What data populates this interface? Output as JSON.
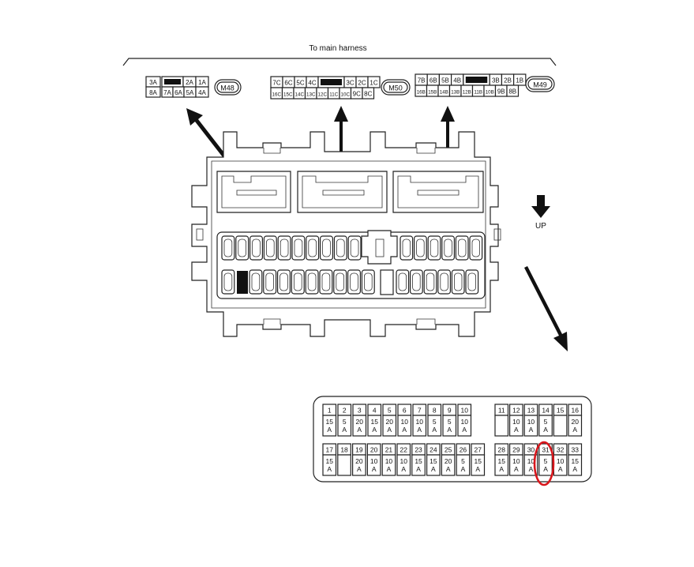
{
  "harness_label": "To main harness",
  "up_label": "UP",
  "connectors": [
    {
      "name": "M48",
      "row1": [
        "3A",
        "",
        "2A",
        "1A"
      ],
      "row2": [
        "8A",
        "7A",
        "6A",
        "5A",
        "4A"
      ]
    },
    {
      "name": "M50",
      "row1": [
        "7C",
        "6C",
        "5C",
        "4C",
        "",
        "3C",
        "2C",
        "1C"
      ],
      "row2": [
        "16C",
        "15C",
        "14C",
        "13C",
        "12C",
        "11C",
        "10C",
        "9C",
        "8C"
      ]
    },
    {
      "name": "M49",
      "row1": [
        "7B",
        "6B",
        "5B",
        "4B",
        "",
        "3B",
        "2B",
        "1B"
      ],
      "row2": [
        "16B",
        "15B",
        "14B",
        "13B",
        "12B",
        "11B",
        "10B",
        "9B",
        "8B"
      ]
    }
  ],
  "fuse_top": [
    {
      "no": "1",
      "amp": "15",
      "unit": "A"
    },
    {
      "no": "2",
      "amp": "5",
      "unit": "A"
    },
    {
      "no": "3",
      "amp": "20",
      "unit": "A"
    },
    {
      "no": "4",
      "amp": "15",
      "unit": "A"
    },
    {
      "no": "5",
      "amp": "20",
      "unit": "A"
    },
    {
      "no": "6",
      "amp": "10",
      "unit": "A"
    },
    {
      "no": "7",
      "amp": "10",
      "unit": "A"
    },
    {
      "no": "8",
      "amp": "5",
      "unit": "A"
    },
    {
      "no": "9",
      "amp": "5",
      "unit": "A"
    },
    {
      "no": "10",
      "amp": "10",
      "unit": "A"
    },
    {
      "no": "11",
      "amp": "",
      "unit": ""
    },
    {
      "no": "12",
      "amp": "10",
      "unit": "A"
    },
    {
      "no": "13",
      "amp": "10",
      "unit": "A"
    },
    {
      "no": "14",
      "amp": "5",
      "unit": "A"
    },
    {
      "no": "15",
      "amp": "",
      "unit": ""
    },
    {
      "no": "16",
      "amp": "20",
      "unit": "A"
    }
  ],
  "fuse_bottom": [
    {
      "no": "17",
      "amp": "15",
      "unit": "A"
    },
    {
      "no": "18",
      "amp": "",
      "unit": ""
    },
    {
      "no": "19",
      "amp": "20",
      "unit": "A"
    },
    {
      "no": "20",
      "amp": "10",
      "unit": "A"
    },
    {
      "no": "21",
      "amp": "10",
      "unit": "A"
    },
    {
      "no": "22",
      "amp": "10",
      "unit": "A"
    },
    {
      "no": "23",
      "amp": "15",
      "unit": "A"
    },
    {
      "no": "24",
      "amp": "15",
      "unit": "A"
    },
    {
      "no": "25",
      "amp": "20",
      "unit": "A"
    },
    {
      "no": "26",
      "amp": "5",
      "unit": "A"
    },
    {
      "no": "27",
      "amp": "15",
      "unit": "A"
    },
    {
      "no": "28",
      "amp": "15",
      "unit": "A"
    },
    {
      "no": "29",
      "amp": "10",
      "unit": "A"
    },
    {
      "no": "30",
      "amp": "10",
      "unit": "A"
    },
    {
      "no": "31",
      "amp": "5",
      "unit": "A"
    },
    {
      "no": "32",
      "amp": "10",
      "unit": "A"
    },
    {
      "no": "33",
      "amp": "15",
      "unit": "A"
    }
  ],
  "highlight_fuse": "31",
  "highlight_color": "#d8161c"
}
